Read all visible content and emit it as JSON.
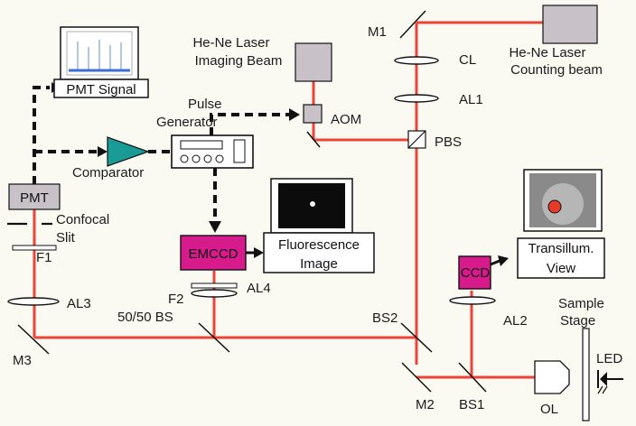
{
  "labels": {
    "laser_imaging": [
      "He-Ne Laser",
      "Imaging Beam"
    ],
    "laser_counting": [
      "He-Ne Laser",
      "Counting beam"
    ],
    "m1": "M1",
    "cl": "CL",
    "al1": "AL1",
    "pbs": "PBS",
    "aom": "AOM",
    "pulse_generator": [
      "Pulse",
      "Generator"
    ],
    "pmt_signal": "PMT Signal",
    "comparator": "Comparator",
    "pmt": "PMT",
    "confocal_slit": [
      "Confocal",
      "Slit"
    ],
    "f1": "F1",
    "al3": "AL3",
    "m3": "M3",
    "emccd": "EMCCD",
    "fluorescence_image": [
      "Fluorescence",
      "Image"
    ],
    "f2": "F2",
    "al4": "AL4",
    "bs_5050": "50/50 BS",
    "bs2": "BS2",
    "m2": "M2",
    "bs1": "BS1",
    "ccd": "CCD",
    "transillum_view": [
      "Transillum.",
      "View"
    ],
    "al2": "AL2",
    "sample_stage": [
      "Sample",
      "Stage"
    ],
    "ol": "OL",
    "led": "LED"
  },
  "colors": {
    "beam": "#ee4438",
    "camera": "#d81b8c",
    "laser_box": "#c8c2c8",
    "comparator": "#1a9b95",
    "marker": "#e83a2a"
  }
}
